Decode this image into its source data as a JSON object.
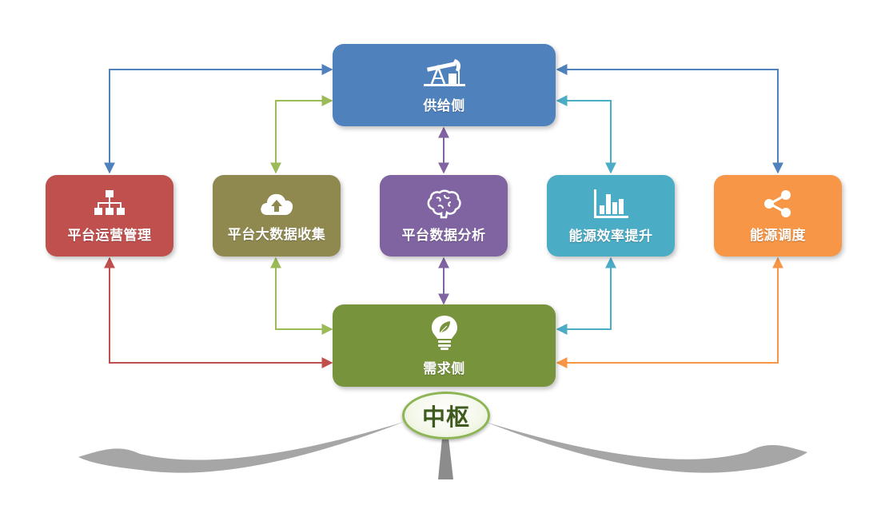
{
  "supply": {
    "label": "供给侧",
    "icon": "oil-pump-icon",
    "color": "#4f81bd"
  },
  "demand": {
    "label": "需求侧",
    "icon": "light-bulb-leaf-icon",
    "color": "#77933c"
  },
  "hub": {
    "label": "中枢",
    "border_color": "#8db553"
  },
  "modules": [
    {
      "label": "平台运营管理",
      "icon": "hierarchy-icon",
      "color": "#c0504d"
    },
    {
      "label": "平台大数据收集",
      "icon": "cloud-upload-icon",
      "color": "#8f8950"
    },
    {
      "label": "平台数据分析",
      "icon": "brain-icon",
      "color": "#8064a2"
    },
    {
      "label": "能源效率提升",
      "icon": "bar-chart-icon",
      "color": "#4bacc6"
    },
    {
      "label": "能源调度",
      "icon": "share-icon",
      "color": "#f79646"
    }
  ],
  "base_color": "#a6a6a6"
}
